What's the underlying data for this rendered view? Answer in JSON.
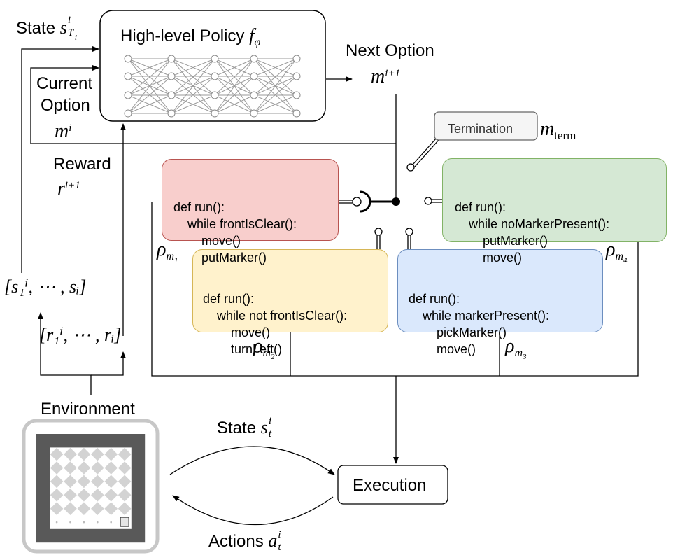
{
  "policy": {
    "title": "High-level Policy",
    "symbol": "f",
    "subscript": "φ"
  },
  "labels": {
    "state_top": "State",
    "state_top_sym": "s",
    "state_top_sup": "i",
    "state_top_sub": "T",
    "state_top_subsub": "i",
    "current_option_1": "Current",
    "current_option_2": "Option",
    "current_option_sym": "m",
    "current_option_sup": "i",
    "next_option": "Next Option",
    "next_option_sym": "m",
    "next_option_sup": "i+1",
    "reward": "Reward",
    "reward_sym": "r",
    "reward_sup": "i+1",
    "state_seq": "[s₁ⁱ, ⋯ , sᵢ]",
    "reward_seq": "[r₁ⁱ, ⋯ , rᵢ]",
    "environment": "Environment",
    "state_bottom": "State",
    "state_bottom_sym": "s",
    "state_bottom_sub": "t",
    "state_bottom_sup": "i",
    "actions": "Actions",
    "actions_sym": "a",
    "actions_sub": "t",
    "actions_sup": "i",
    "execution": "Execution",
    "termination": "Termination",
    "m_term": "m",
    "m_term_sub": "term",
    "rho": "ρ",
    "rho_m1": "m",
    "rho_m1_sub": "1",
    "rho_m2": "m",
    "rho_m2_sub": "2",
    "rho_m3": "m",
    "rho_m3_sub": "3",
    "rho_m4": "m",
    "rho_m4_sub": "4"
  },
  "programs": [
    {
      "lines": [
        "def run():",
        "    while frontIsClear():",
        "        move()",
        "        putMarker()"
      ],
      "color": "#f8cecc",
      "border": "#b85450"
    },
    {
      "lines": [
        "def run():",
        "    while not frontIsClear():",
        "        move()",
        "        turnLeft()"
      ],
      "color": "#fff2cc",
      "border": "#d6b656"
    },
    {
      "lines": [
        "def run():",
        "    while markerPresent():",
        "        pickMarker()",
        "        move()"
      ],
      "color": "#dae8fc",
      "border": "#6c8ebf"
    },
    {
      "lines": [
        "def run():",
        "    while noMarkerPresent():",
        "        putMarker()",
        "        move()"
      ],
      "color": "#d5e8d4",
      "border": "#82b366"
    }
  ],
  "colors": {
    "grid_wall": "#595959",
    "grid_tile": "#d3d3d3",
    "env_border": "#c7c7c7"
  }
}
